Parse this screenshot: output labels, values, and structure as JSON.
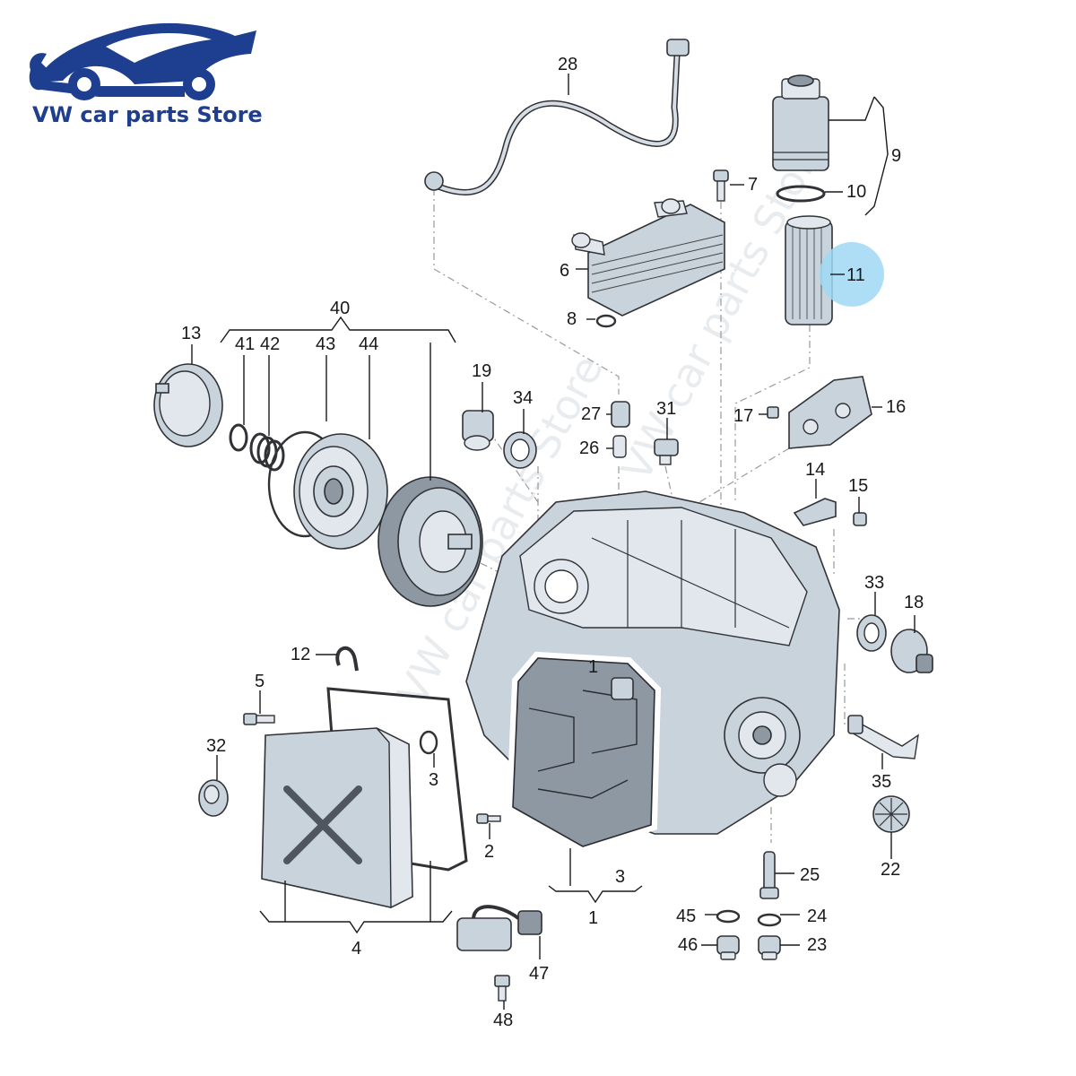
{
  "brand": {
    "store_name": "VW car parts Store",
    "logo_color": "#1e3f8f",
    "watermark_text": "VW car parts Store"
  },
  "highlight_color": "#9fd8f5",
  "callouts": [
    {
      "id": "c28",
      "label": "28"
    },
    {
      "id": "c9",
      "label": "9"
    },
    {
      "id": "c7",
      "label": "7"
    },
    {
      "id": "c10",
      "label": "10"
    },
    {
      "id": "c6",
      "label": "6"
    },
    {
      "id": "c11",
      "label": "11",
      "highlighted": true
    },
    {
      "id": "c8",
      "label": "8"
    },
    {
      "id": "c40",
      "label": "40"
    },
    {
      "id": "c13",
      "label": "13"
    },
    {
      "id": "c41",
      "label": "41"
    },
    {
      "id": "c42",
      "label": "42"
    },
    {
      "id": "c43",
      "label": "43"
    },
    {
      "id": "c44",
      "label": "44"
    },
    {
      "id": "c19",
      "label": "19"
    },
    {
      "id": "c34",
      "label": "34"
    },
    {
      "id": "c27",
      "label": "27"
    },
    {
      "id": "c31",
      "label": "31"
    },
    {
      "id": "c17",
      "label": "17"
    },
    {
      "id": "c16",
      "label": "16"
    },
    {
      "id": "c26",
      "label": "26"
    },
    {
      "id": "c14",
      "label": "14"
    },
    {
      "id": "c15",
      "label": "15"
    },
    {
      "id": "c33",
      "label": "33"
    },
    {
      "id": "c18",
      "label": "18"
    },
    {
      "id": "c12",
      "label": "12"
    },
    {
      "id": "c5",
      "label": "5"
    },
    {
      "id": "c1",
      "label": "1"
    },
    {
      "id": "c32",
      "label": "32"
    },
    {
      "id": "c3a",
      "label": "3"
    },
    {
      "id": "c35",
      "label": "35"
    },
    {
      "id": "c2",
      "label": "2"
    },
    {
      "id": "c22",
      "label": "22"
    },
    {
      "id": "c3b",
      "label": "3"
    },
    {
      "id": "c25",
      "label": "25"
    },
    {
      "id": "c1b",
      "label": "1"
    },
    {
      "id": "c45",
      "label": "45"
    },
    {
      "id": "c24",
      "label": "24"
    },
    {
      "id": "c4",
      "label": "4"
    },
    {
      "id": "c46",
      "label": "46"
    },
    {
      "id": "c23",
      "label": "23"
    },
    {
      "id": "c47",
      "label": "47"
    },
    {
      "id": "c48",
      "label": "48"
    }
  ]
}
